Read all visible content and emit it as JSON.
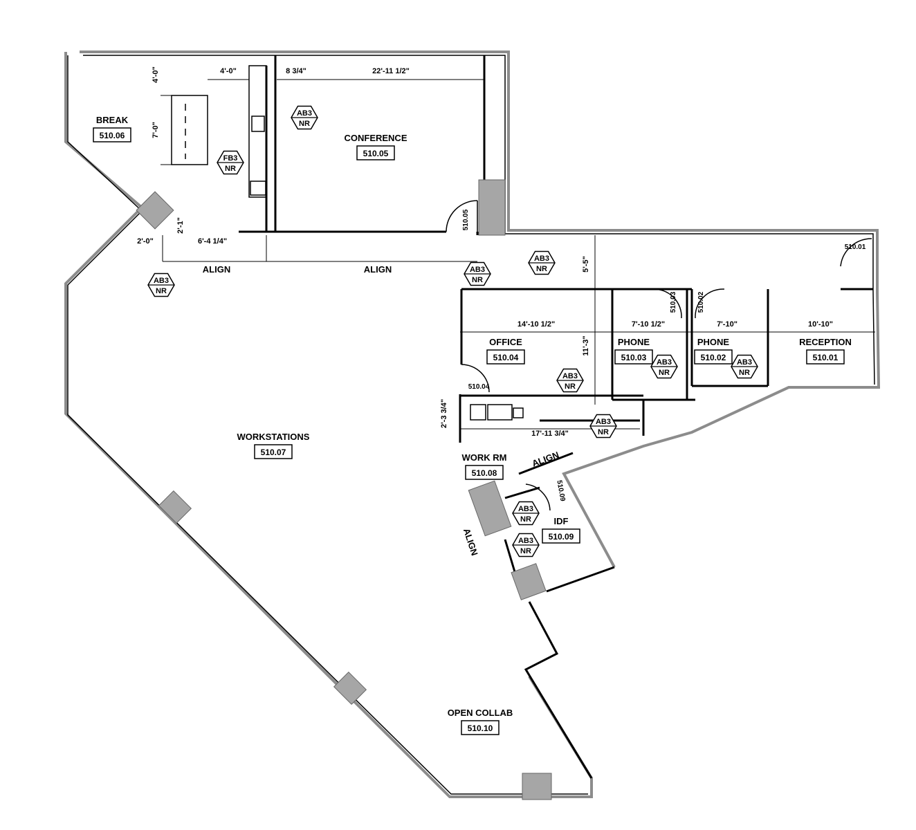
{
  "rooms": [
    {
      "name": "BREAK",
      "number": "510.06"
    },
    {
      "name": "CONFERENCE",
      "number": "510.05"
    },
    {
      "name": "OFFICE",
      "number": "510.04"
    },
    {
      "name": "PHONE",
      "number": "510.03"
    },
    {
      "name": "PHONE",
      "number": "510.02"
    },
    {
      "name": "RECEPTION",
      "number": "510.01"
    },
    {
      "name": "WORKSTATIONS",
      "number": "510.07"
    },
    {
      "name": "WORK RM",
      "number": "510.08"
    },
    {
      "name": "IDF",
      "number": "510.09"
    },
    {
      "name": "OPEN COLLAB",
      "number": "510.10"
    }
  ],
  "dimensions": [
    "4'-0\"",
    "8 3/4\"",
    "22'-11 1/2\"",
    "4'-0\"",
    "7'-0\"",
    "2'-1\"",
    "2'-0\"",
    "6'-4 1/4\"",
    "5'-5\"",
    "14'-10 1/2\"",
    "7'-10 1/2\"",
    "7'-10\"",
    "10'-10\"",
    "11'-3\"",
    "2'-3 3/4\"",
    "17'-11 3/4\""
  ],
  "align_labels": [
    "ALIGN",
    "ALIGN",
    "ALIGN",
    "ALIGN"
  ],
  "door_tags": [
    "510.05",
    "510.01",
    "510.03",
    "510.02",
    "510.04",
    "510.09"
  ],
  "tags": [
    {
      "top": "AB3",
      "bottom": "NR"
    },
    {
      "top": "FB3",
      "bottom": "NR"
    },
    {
      "top": "AB3",
      "bottom": "NR"
    },
    {
      "top": "AB3",
      "bottom": "NR"
    },
    {
      "top": "AB3",
      "bottom": "NR"
    },
    {
      "top": "AB3",
      "bottom": "NR"
    },
    {
      "top": "AB3",
      "bottom": "NR"
    },
    {
      "top": "AB3",
      "bottom": "NR"
    },
    {
      "top": "AB3",
      "bottom": "NR"
    },
    {
      "top": "AB3",
      "bottom": "NR"
    },
    {
      "top": "AB3",
      "bottom": "NR"
    }
  ],
  "colors": {
    "wall": "#000000",
    "exterior": "#8c8c8c",
    "column": "#a6a6a6"
  }
}
